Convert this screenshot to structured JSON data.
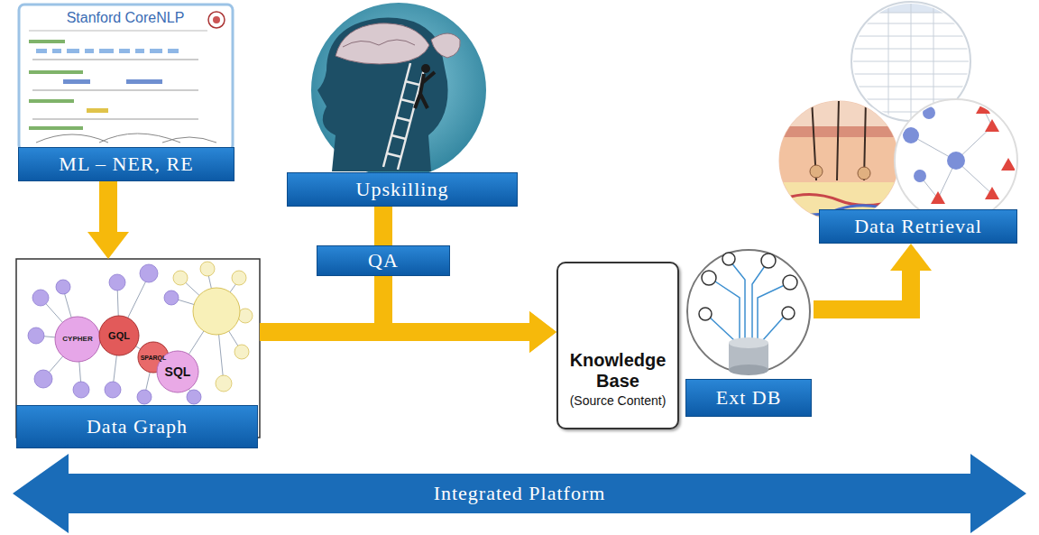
{
  "diagram": {
    "nodes": [
      {
        "text": [
          "ML – NER, RE"
        ]
      },
      {
        "text": [
          "Upskilling"
        ]
      },
      {
        "text": [
          "Data Retrieval"
        ]
      },
      {
        "text": [
          "Data Graph"
        ]
      },
      {
        "text": [
          "Knowledge Base",
          "(Source Content)"
        ]
      },
      {
        "text": [
          "Ext DB"
        ]
      },
      {
        "text": [
          "Integrated Platform"
        ]
      }
    ],
    "edges": [
      {
        "from": 0,
        "to": 3,
        "arrow": "to"
      },
      {
        "from": 3,
        "to": 4,
        "arrow": "to"
      },
      {
        "from": 1,
        "to": 4,
        "arrow": "to",
        "label": "QA"
      },
      {
        "from": 5,
        "to": 2,
        "arrow": "to"
      }
    ],
    "labels": [
      "Stanford CoreNLP",
      "CYPHER",
      "GQL",
      "SPARQL",
      "SQL"
    ]
  }
}
